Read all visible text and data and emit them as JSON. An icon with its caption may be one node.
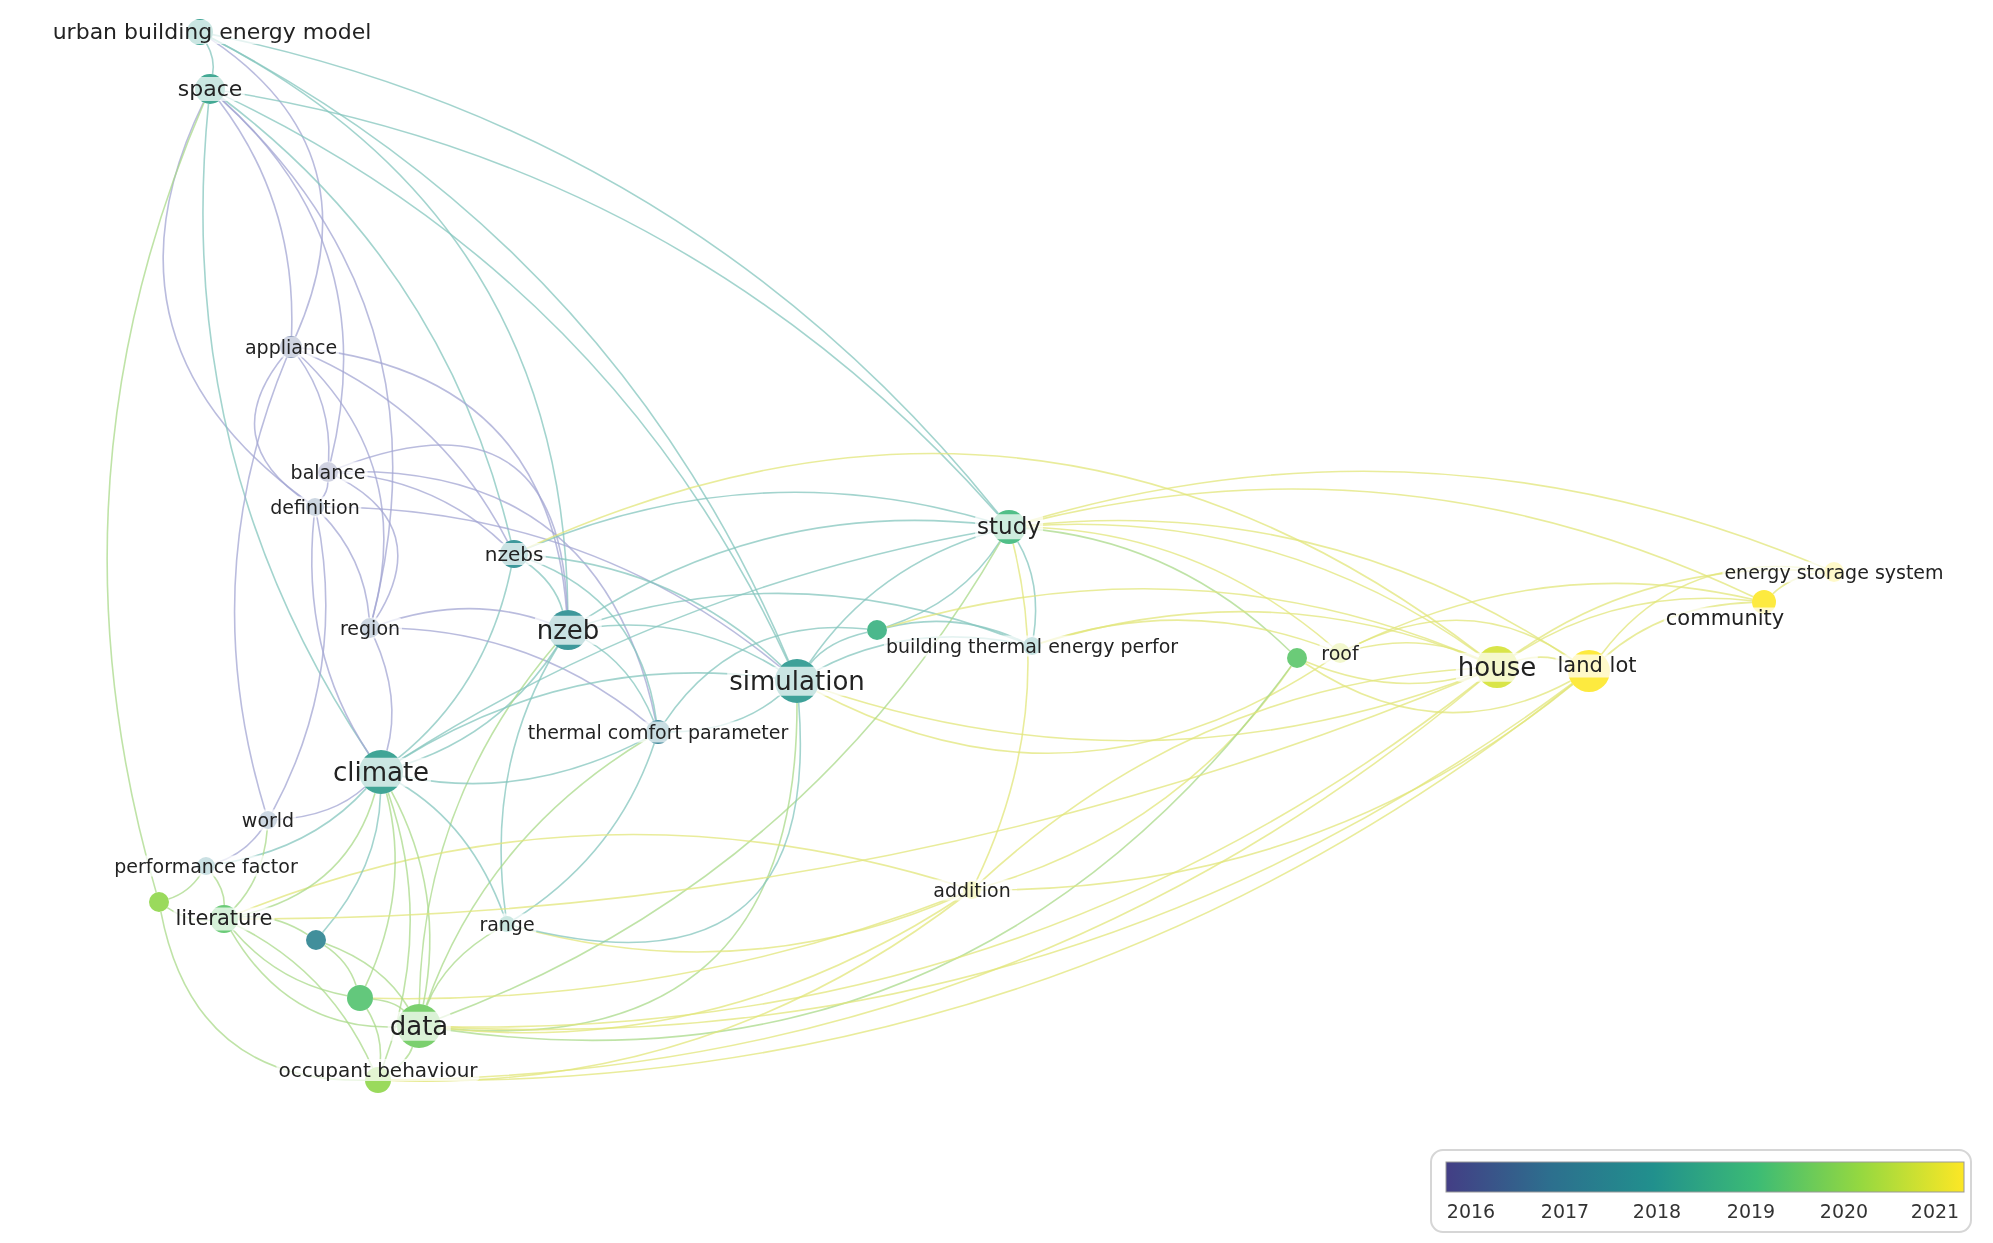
{
  "diagram": {
    "nodes": [
      {
        "text": [
          "urban building energy model"
        ]
      },
      {
        "text": [
          "space"
        ]
      },
      {
        "text": [
          "appliance"
        ]
      },
      {
        "text": [
          "balance"
        ]
      },
      {
        "text": [
          "definition"
        ]
      },
      {
        "text": [
          "nzebs"
        ]
      },
      {
        "text": [
          "region"
        ]
      },
      {
        "text": [
          "nzeb"
        ]
      },
      {
        "text": [
          "study"
        ]
      },
      {
        "text": [
          "simulation"
        ]
      },
      {
        "text": [
          "building thermal energy perfor"
        ]
      },
      {
        "text": [
          "thermal comfort parameter"
        ]
      },
      {
        "text": [
          "roof"
        ]
      },
      {
        "text": [
          "house"
        ]
      },
      {
        "text": [
          "land lot"
        ]
      },
      {
        "text": [
          "community"
        ]
      },
      {
        "text": [
          "energy storage system"
        ]
      },
      {
        "text": [
          "climate"
        ]
      },
      {
        "text": [
          "world"
        ]
      },
      {
        "text": [
          "performance factor"
        ]
      },
      {
        "text": [
          "literature"
        ]
      },
      {
        "text": [
          "range"
        ]
      },
      {
        "text": [
          "addition"
        ]
      },
      {
        "text": [
          "data"
        ]
      },
      {
        "text": [
          "occupant behaviour"
        ]
      },
      {
        "text": [],
        "shape": "circle"
      },
      {
        "text": [],
        "shape": "circle"
      },
      {
        "text": [],
        "shape": "circle"
      },
      {
        "text": [],
        "shape": "circle"
      },
      {
        "text": [],
        "shape": "circle"
      }
    ],
    "edges": [
      {
        "from": 0,
        "to": 1,
        "arrow": "none",
        "color": "#84c6bd"
      },
      {
        "from": 0,
        "to": 8,
        "arrow": "none",
        "color": "#84c6bd"
      },
      {
        "from": 0,
        "to": 2,
        "arrow": "none",
        "color": "#a3a6d3"
      },
      {
        "from": 0,
        "to": 7,
        "arrow": "none",
        "color": "#84c6bd"
      },
      {
        "from": 0,
        "to": 9,
        "arrow": "none",
        "color": "#84c6bd"
      },
      {
        "from": 1,
        "to": 2,
        "arrow": "none",
        "color": "#a3a6d3"
      },
      {
        "from": 1,
        "to": 8,
        "arrow": "none",
        "color": "#84c6bd"
      },
      {
        "from": 1,
        "to": 9,
        "arrow": "none",
        "color": "#84c6bd"
      },
      {
        "from": 1,
        "to": 3,
        "arrow": "none",
        "color": "#a3a6d3"
      },
      {
        "from": 1,
        "to": 4,
        "arrow": "none",
        "color": "#a3a6d3"
      },
      {
        "from": 1,
        "to": 17,
        "arrow": "none",
        "color": "#84c6bd"
      },
      {
        "from": 1,
        "to": 5,
        "arrow": "none",
        "color": "#84c6bd"
      },
      {
        "from": 1,
        "to": 27,
        "arrow": "none",
        "color": "#a9d98a"
      },
      {
        "from": 1,
        "to": 6,
        "arrow": "none",
        "color": "#a3a6d3"
      },
      {
        "from": 2,
        "to": 3,
        "arrow": "none",
        "color": "#a3a6d3"
      },
      {
        "from": 2,
        "to": 4,
        "arrow": "none",
        "color": "#a3a6d3"
      },
      {
        "from": 2,
        "to": 6,
        "arrow": "none",
        "color": "#a3a6d3"
      },
      {
        "from": 2,
        "to": 5,
        "arrow": "none",
        "color": "#a3a6d3"
      },
      {
        "from": 2,
        "to": 7,
        "arrow": "none",
        "color": "#a3a6d3"
      },
      {
        "from": 2,
        "to": 18,
        "arrow": "none",
        "color": "#a3a6d3"
      },
      {
        "from": 3,
        "to": 7,
        "arrow": "none",
        "color": "#a3a6d3"
      },
      {
        "from": 3,
        "to": 4,
        "arrow": "none",
        "color": "#a3a6d3"
      },
      {
        "from": 3,
        "to": 6,
        "arrow": "none",
        "color": "#a3a6d3"
      },
      {
        "from": 3,
        "to": 5,
        "arrow": "none",
        "color": "#a3a6d3"
      },
      {
        "from": 3,
        "to": 11,
        "arrow": "none",
        "color": "#a3a6d3"
      },
      {
        "from": 4,
        "to": 6,
        "arrow": "none",
        "color": "#a3a6d3"
      },
      {
        "from": 4,
        "to": 17,
        "arrow": "none",
        "color": "#a3a6d3"
      },
      {
        "from": 4,
        "to": 18,
        "arrow": "none",
        "color": "#a3a6d3"
      },
      {
        "from": 4,
        "to": 9,
        "arrow": "none",
        "color": "#a3a6d3"
      },
      {
        "from": 5,
        "to": 7,
        "arrow": "none",
        "color": "#84c6bd"
      },
      {
        "from": 5,
        "to": 8,
        "arrow": "none",
        "color": "#84c6bd"
      },
      {
        "from": 5,
        "to": 11,
        "arrow": "none",
        "color": "#84c6bd"
      },
      {
        "from": 5,
        "to": 9,
        "arrow": "none",
        "color": "#84c6bd"
      },
      {
        "from": 5,
        "to": 17,
        "arrow": "none",
        "color": "#84c6bd"
      },
      {
        "from": 5,
        "to": 13,
        "arrow": "none",
        "color": "#e2e67a"
      },
      {
        "from": 6,
        "to": 7,
        "arrow": "none",
        "color": "#a3a6d3"
      },
      {
        "from": 6,
        "to": 17,
        "arrow": "none",
        "color": "#a3a6d3"
      },
      {
        "from": 6,
        "to": 11,
        "arrow": "none",
        "color": "#a3a6d3"
      },
      {
        "from": 7,
        "to": 9,
        "arrow": "none",
        "color": "#84c6bd"
      },
      {
        "from": 7,
        "to": 11,
        "arrow": "none",
        "color": "#84c6bd"
      },
      {
        "from": 7,
        "to": 8,
        "arrow": "none",
        "color": "#84c6bd"
      },
      {
        "from": 7,
        "to": 17,
        "arrow": "none",
        "color": "#84c6bd"
      },
      {
        "from": 7,
        "to": 21,
        "arrow": "none",
        "color": "#84c6bd"
      },
      {
        "from": 7,
        "to": 23,
        "arrow": "none",
        "color": "#a9d98a"
      },
      {
        "from": 7,
        "to": 10,
        "arrow": "none",
        "color": "#84c6bd"
      },
      {
        "from": 9,
        "to": 8,
        "arrow": "none",
        "color": "#84c6bd"
      },
      {
        "from": 9,
        "to": 25,
        "arrow": "none",
        "color": "#84c6bd"
      },
      {
        "from": 9,
        "to": 10,
        "arrow": "none",
        "color": "#84c6bd"
      },
      {
        "from": 9,
        "to": 11,
        "arrow": "none",
        "color": "#84c6bd"
      },
      {
        "from": 9,
        "to": 17,
        "arrow": "none",
        "color": "#84c6bd"
      },
      {
        "from": 9,
        "to": 23,
        "arrow": "none",
        "color": "#a9d98a"
      },
      {
        "from": 9,
        "to": 13,
        "arrow": "none",
        "color": "#e2e67a"
      },
      {
        "from": 9,
        "to": 12,
        "arrow": "none",
        "color": "#e2e67a"
      },
      {
        "from": 11,
        "to": 17,
        "arrow": "none",
        "color": "#84c6bd"
      },
      {
        "from": 11,
        "to": 21,
        "arrow": "none",
        "color": "#84c6bd"
      },
      {
        "from": 11,
        "to": 23,
        "arrow": "none",
        "color": "#a9d98a"
      },
      {
        "from": 11,
        "to": 25,
        "arrow": "none",
        "color": "#84c6bd"
      },
      {
        "from": 8,
        "to": 25,
        "arrow": "none",
        "color": "#84c6bd"
      },
      {
        "from": 8,
        "to": 10,
        "arrow": "none",
        "color": "#84c6bd"
      },
      {
        "from": 8,
        "to": 12,
        "arrow": "none",
        "color": "#e2e67a"
      },
      {
        "from": 8,
        "to": 13,
        "arrow": "none",
        "color": "#e2e67a"
      },
      {
        "from": 8,
        "to": 14,
        "arrow": "none",
        "color": "#e2e67a"
      },
      {
        "from": 8,
        "to": 15,
        "arrow": "none",
        "color": "#e2e67a"
      },
      {
        "from": 8,
        "to": 16,
        "arrow": "none",
        "color": "#e2e67a"
      },
      {
        "from": 8,
        "to": 26,
        "arrow": "none",
        "color": "#a9d98a"
      },
      {
        "from": 8,
        "to": 17,
        "arrow": "none",
        "color": "#84c6bd"
      },
      {
        "from": 8,
        "to": 23,
        "arrow": "none",
        "color": "#a9d98a"
      },
      {
        "from": 8,
        "to": 22,
        "arrow": "none",
        "color": "#e2e67a"
      },
      {
        "from": 25,
        "to": 10,
        "arrow": "none",
        "color": "#84c6bd"
      },
      {
        "from": 10,
        "to": 12,
        "arrow": "none",
        "color": "#e2e67a"
      },
      {
        "from": 10,
        "to": 13,
        "arrow": "none",
        "color": "#e2e67a"
      },
      {
        "from": 25,
        "to": 13,
        "arrow": "none",
        "color": "#e2e67a"
      },
      {
        "from": 12,
        "to": 13,
        "arrow": "none",
        "color": "#e2e67a"
      },
      {
        "from": 12,
        "to": 14,
        "arrow": "none",
        "color": "#e2e67a"
      },
      {
        "from": 12,
        "to": 15,
        "arrow": "none",
        "color": "#e2e67a"
      },
      {
        "from": 26,
        "to": 13,
        "arrow": "none",
        "color": "#e2e67a"
      },
      {
        "from": 26,
        "to": 14,
        "arrow": "none",
        "color": "#e2e67a"
      },
      {
        "from": 26,
        "to": 22,
        "arrow": "none",
        "color": "#e2e67a"
      },
      {
        "from": 26,
        "to": 23,
        "arrow": "none",
        "color": "#a9d98a"
      },
      {
        "from": 13,
        "to": 14,
        "arrow": "none",
        "color": "#e2e67a"
      },
      {
        "from": 13,
        "to": 15,
        "arrow": "none",
        "color": "#e2e67a"
      },
      {
        "from": 13,
        "to": 16,
        "arrow": "none",
        "color": "#e2e67a"
      },
      {
        "from": 14,
        "to": 15,
        "arrow": "none",
        "color": "#e2e67a"
      },
      {
        "from": 14,
        "to": 16,
        "arrow": "none",
        "color": "#e2e67a"
      },
      {
        "from": 15,
        "to": 16,
        "arrow": "none",
        "color": "#e2e67a"
      },
      {
        "from": 22,
        "to": 23,
        "arrow": "none",
        "color": "#e2e67a"
      },
      {
        "from": 22,
        "to": 13,
        "arrow": "none",
        "color": "#e2e67a"
      },
      {
        "from": 22,
        "to": 14,
        "arrow": "none",
        "color": "#e2e67a"
      },
      {
        "from": 22,
        "to": 20,
        "arrow": "none",
        "color": "#e2e67a"
      },
      {
        "from": 22,
        "to": 29,
        "arrow": "none",
        "color": "#e2e67a"
      },
      {
        "from": 22,
        "to": 24,
        "arrow": "none",
        "color": "#e2e67a"
      },
      {
        "from": 22,
        "to": 21,
        "arrow": "none",
        "color": "#e2e67a"
      },
      {
        "from": 17,
        "to": 18,
        "arrow": "none",
        "color": "#a3a6d3"
      },
      {
        "from": 17,
        "to": 19,
        "arrow": "none",
        "color": "#84c6bd"
      },
      {
        "from": 17,
        "to": 20,
        "arrow": "none",
        "color": "#a9d98a"
      },
      {
        "from": 17,
        "to": 23,
        "arrow": "none",
        "color": "#a9d98a"
      },
      {
        "from": 17,
        "to": 28,
        "arrow": "none",
        "color": "#84c6bd"
      },
      {
        "from": 17,
        "to": 29,
        "arrow": "none",
        "color": "#a9d98a"
      },
      {
        "from": 17,
        "to": 21,
        "arrow": "none",
        "color": "#84c6bd"
      },
      {
        "from": 17,
        "to": 24,
        "arrow": "none",
        "color": "#a9d98a"
      },
      {
        "from": 18,
        "to": 19,
        "arrow": "none",
        "color": "#a3a6d3"
      },
      {
        "from": 18,
        "to": 20,
        "arrow": "none",
        "color": "#a9d98a"
      },
      {
        "from": 19,
        "to": 20,
        "arrow": "none",
        "color": "#a9d98a"
      },
      {
        "from": 19,
        "to": 27,
        "arrow": "none",
        "color": "#a9d98a"
      },
      {
        "from": 20,
        "to": 27,
        "arrow": "none",
        "color": "#a9d98a"
      },
      {
        "from": 20,
        "to": 28,
        "arrow": "none",
        "color": "#a9d98a"
      },
      {
        "from": 20,
        "to": 23,
        "arrow": "none",
        "color": "#a9d98a"
      },
      {
        "from": 20,
        "to": 24,
        "arrow": "none",
        "color": "#a9d98a"
      },
      {
        "from": 20,
        "to": 29,
        "arrow": "none",
        "color": "#a9d98a"
      },
      {
        "from": 28,
        "to": 29,
        "arrow": "none",
        "color": "#a9d98a"
      },
      {
        "from": 28,
        "to": 23,
        "arrow": "none",
        "color": "#a9d98a"
      },
      {
        "from": 29,
        "to": 23,
        "arrow": "none",
        "color": "#a9d98a"
      },
      {
        "from": 29,
        "to": 24,
        "arrow": "none",
        "color": "#a9d98a"
      },
      {
        "from": 23,
        "to": 24,
        "arrow": "none",
        "color": "#a9d98a"
      },
      {
        "from": 23,
        "to": 21,
        "arrow": "none",
        "color": "#a9d98a"
      },
      {
        "from": 21,
        "to": 9,
        "arrow": "none",
        "color": "#84c6bd"
      },
      {
        "from": 23,
        "to": 13,
        "arrow": "none",
        "color": "#e2e67a"
      },
      {
        "from": 23,
        "to": 14,
        "arrow": "none",
        "color": "#e2e67a"
      },
      {
        "from": 24,
        "to": 14,
        "arrow": "none",
        "color": "#e2e67a"
      },
      {
        "from": 24,
        "to": 13,
        "arrow": "none",
        "color": "#e2e67a"
      },
      {
        "from": 20,
        "to": 13,
        "arrow": "none",
        "color": "#e2e67a"
      },
      {
        "from": 27,
        "to": 24,
        "arrow": "none",
        "color": "#a9d98a"
      }
    ],
    "labels": [
      "2016",
      "2017",
      "2018",
      "2019",
      "2020",
      "2021"
    ]
  }
}
